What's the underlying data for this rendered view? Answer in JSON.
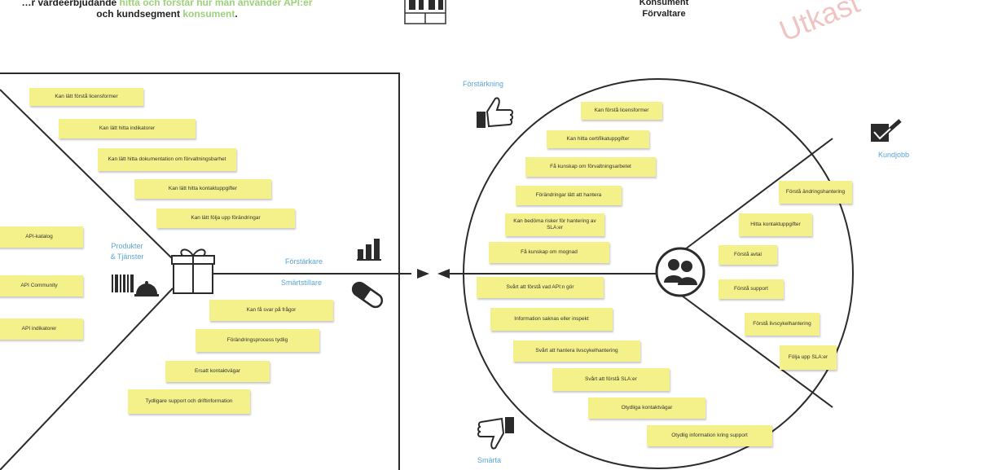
{
  "header": {
    "line1_prefix": "…r värdeerbjudande",
    "line1_green": "hitta och förstår hur man använder API:er",
    "line2_prefix": "och kundsegment",
    "line2_green": "konsument",
    "line2_suffix": "."
  },
  "segment": {
    "line1": "Konsument",
    "line2": "Förvaltare"
  },
  "watermark": "Utkast",
  "labels": {
    "produkter": "Produkter",
    "tjanster": "& Tjänster",
    "forstarkare": "Förstärkare",
    "smartstillare": "Smärtstillare",
    "forstarkning": "Förstärkning",
    "kundjobb": "Kundjobb",
    "smarta": "Smärta"
  },
  "gain_creators": [
    "Kan lätt förstå licensformer",
    "Kan lätt hitta indikatorer",
    "Kan lätt hitta dokumentation om förvaltningsbarhet",
    "Kan lätt hitta kontaktuppgifter",
    "Kan lätt följa upp förändringar"
  ],
  "products": [
    "API-katalog",
    "API Community",
    "API indikatorer"
  ],
  "pain_relievers": [
    "Kan få svar på frågor",
    "Förändringsprocess tydlig",
    "Ersatt kontaktvägar",
    "Tydligare support och driftinformation"
  ],
  "gains": [
    "Kan förstå licensformer",
    "Kan hitta certifikatuppgifter",
    "Få kunskap om förvaltningsarbetet",
    "Förändringar lätt att hantera",
    "Kan bedöma risker för hantering av SLA:er",
    "Få kunskap om mognad"
  ],
  "pains": [
    "Svårt att förstå vad API:n gör",
    "Information saknas eller inspekt",
    "Svårt att hantera livscykelhantering",
    "Svårt att förstå SLA:er",
    "Otydliga kontaktvägar",
    "Otydlig information kring support"
  ],
  "jobs": [
    "Förstå ändringshantering",
    "Hitta kontaktuppgifter",
    "Förstå avtal",
    "Förstå support",
    "Förstå livscykelhantering",
    "Följa upp SLA:er"
  ],
  "icons": [
    "gift-icon",
    "bar-chart-icon",
    "pill-icon",
    "barcode-service-icon",
    "thumbs-up-icon",
    "thumbs-down-icon",
    "checkbox-icon",
    "people-icon",
    "grid-icon"
  ]
}
